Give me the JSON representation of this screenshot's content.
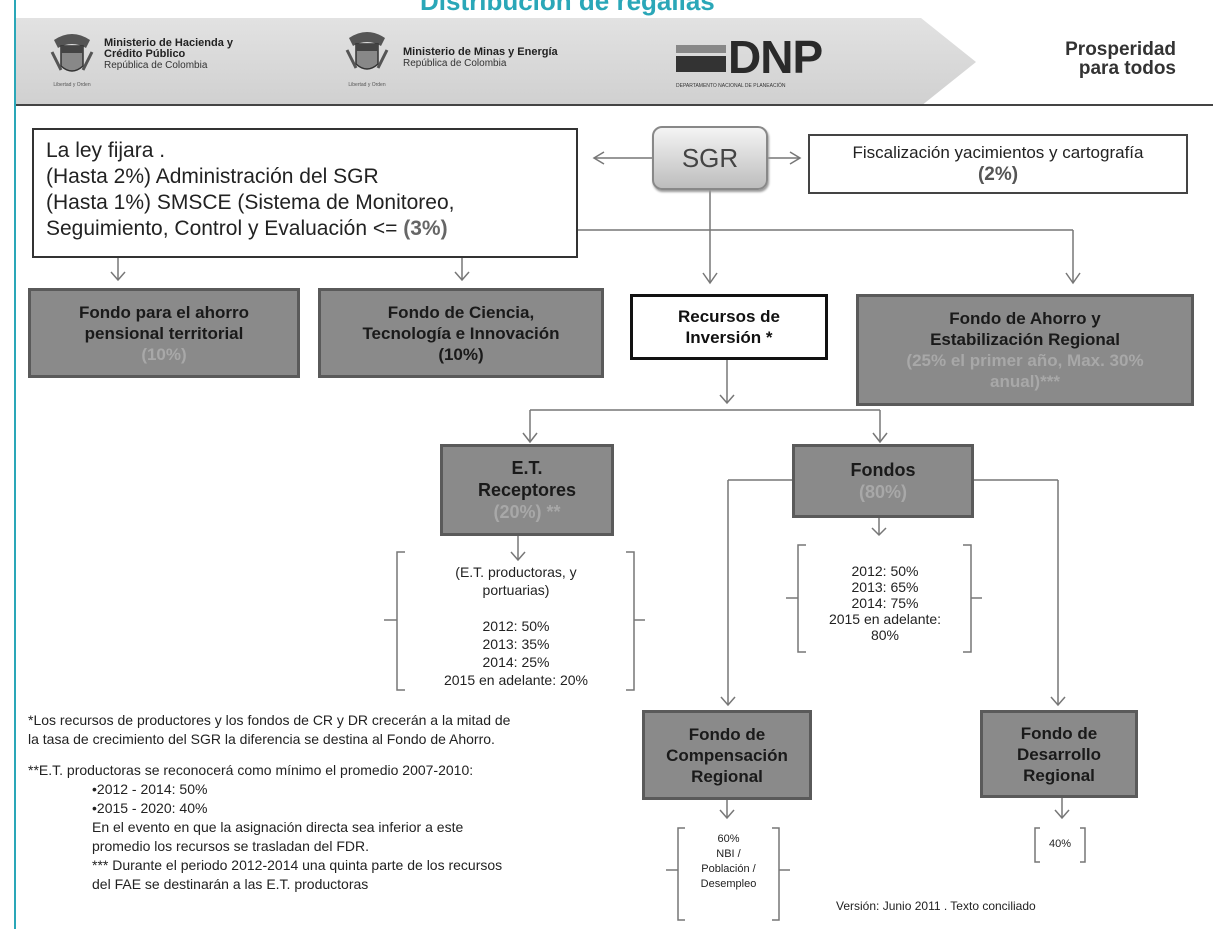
{
  "header": {
    "title_strip": "Distribución de regalías",
    "ministerio_hacienda": {
      "name": [
        "Ministerio de Hacienda y",
        "Crédito Público"
      ],
      "sub": "República de Colombia",
      "motto": "Libertad y Orden"
    },
    "ministerio_minas": {
      "name": "Ministerio de Minas y Energía",
      "sub": "República de Colombia",
      "motto": "Libertad y Orden"
    },
    "dnp": {
      "logo": "DNP",
      "sub": "DEPARTAMENTO NACIONAL DE PLANEACIÓN"
    },
    "slogan": [
      "Prosperidad",
      "para todos"
    ]
  },
  "sgr": "SGR",
  "ley_box": {
    "line1": "La ley fijara .",
    "line2": "(Hasta 2%) Administración del SGR",
    "line3": "(Hasta 1%) SMSCE (Sistema de Monitoreo,",
    "line4": "Seguimiento, Control y Evaluación <=",
    "line4_pct": "(3%)"
  },
  "fiscalizacion": {
    "label": "Fiscalización yacimientos y cartografía",
    "pct": "(2%)"
  },
  "fondo_pensional": {
    "label": [
      "Fondo para el ahorro",
      "pensional territorial"
    ],
    "pct": "(10%)"
  },
  "fondo_ciencia": {
    "label": [
      "Fondo de Ciencia,",
      "Tecnología e Innovación"
    ],
    "pct": "(10%)"
  },
  "recursos_inversion": [
    "Recursos de",
    "Inversión *"
  ],
  "fondo_ahorro": {
    "label": [
      "Fondo de Ahorro y",
      "Estabilización Regional"
    ],
    "pct": [
      "(25% el primer año, Max. 30%",
      "anual)***"
    ]
  },
  "et_receptores": {
    "label": [
      "E.T.",
      "Receptores"
    ],
    "pct": "(20%) **"
  },
  "fondos": {
    "label": "Fondos",
    "pct": "(80%)"
  },
  "et_detail": [
    "(E.T. productoras, y",
    "portuarias)",
    "",
    "2012: 50%",
    "2013: 35%",
    "2014: 25%",
    "2015 en adelante: 20%"
  ],
  "fondos_detail": [
    "2012: 50%",
    "2013: 65%",
    "2014: 75%",
    "2015 en adelante:",
    "80%"
  ],
  "compensacion": {
    "label": [
      "Fondo de",
      "Compensación",
      "Regional"
    ],
    "detail": [
      "60%",
      "NBI /",
      "Población /",
      "Desempleo"
    ]
  },
  "desarrollo": {
    "label": [
      "Fondo de",
      "Desarrollo",
      "Regional"
    ],
    "detail": "40%"
  },
  "notes": [
    "*Los recursos de productores y los fondos de CR y DR crecerán a la mitad de",
    "la tasa de crecimiento del SGR la diferencia se destina al Fondo de Ahorro.",
    "",
    "**E.T. productoras  se reconocerá como mínimo  el promedio 2007-2010:",
    "•2012 - 2014: 50%",
    "•2015 - 2020: 40%",
    "En el evento en que la asignación directa sea inferior a este",
    "promedio los recursos se trasladan del FDR.",
    "*** Durante el periodo 2012-2014 una quinta parte de los recursos",
    "del FAE se destinarán a las E.T. productoras"
  ],
  "version": "Versión: Junio 2011 . Texto conciliado"
}
